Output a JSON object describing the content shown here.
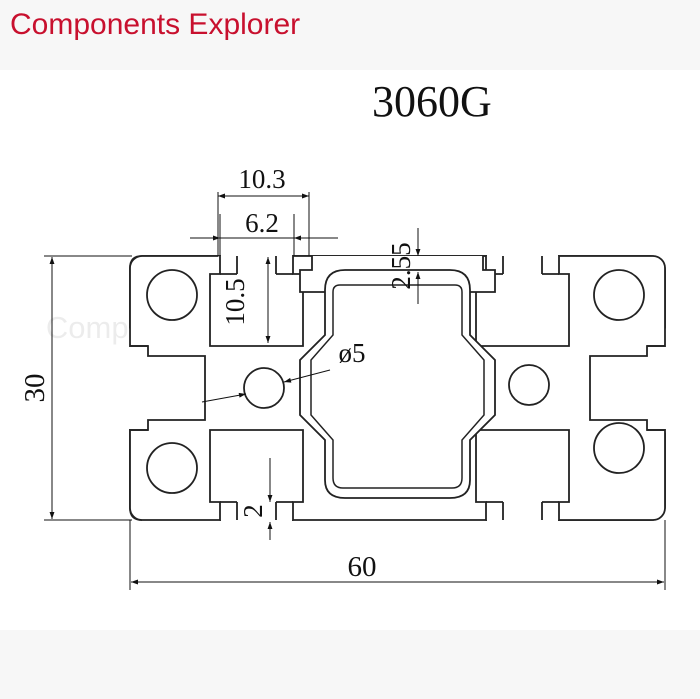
{
  "brand": "Components Explorer",
  "model": "3060G",
  "watermark": "Components Explorer Components Explorer",
  "dimensions": {
    "slot_outer_width": "10.3",
    "slot_opening": "6.2",
    "slot_depth": "10.5",
    "core_wall": "2.55",
    "center_hole": "ø5",
    "flange_thickness": "2",
    "height": "30",
    "width": "60"
  }
}
